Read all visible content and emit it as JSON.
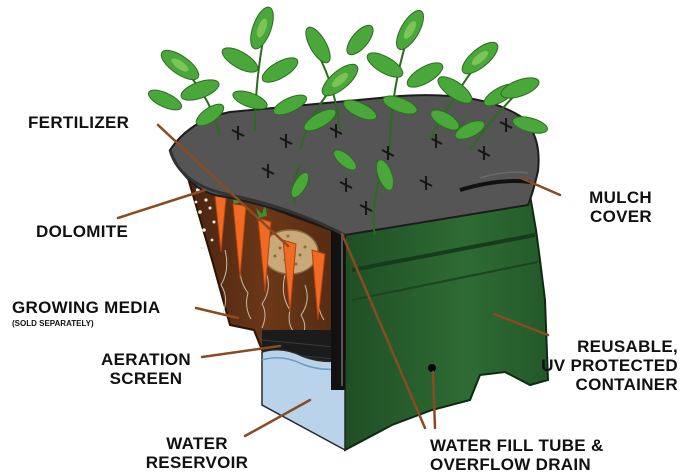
{
  "labels": {
    "fertilizer": "FERTILIZER",
    "dolomite": "DOLOMITE",
    "growing_media": "GROWING MEDIA",
    "sold_separately": "(SOLD SEPARATELY)",
    "aeration_line1": "AERATION",
    "aeration_line2": "SCREEN",
    "water_line1": "WATER",
    "water_line2": "RESERVOIR",
    "tube_line1": "WATER FILL TUBE &",
    "tube_line2": "OVERFLOW DRAIN",
    "mulch_line1": "MULCH",
    "mulch_line2": "COVER",
    "container_line1": "REUSABLE,",
    "container_line2": "UV PROTECTED",
    "container_line3": "CONTAINER"
  },
  "colors": {
    "container_green": "#2e6b34",
    "soil_brown": "#6b3818",
    "mulch_gray": "#555555",
    "water_blue": "#b8d3ea",
    "carrot_orange": "#ef6a22",
    "fertilizer_tan": "#c9a97a",
    "leader_line": "#8a4a22",
    "foliage_green": "#4aa83a"
  }
}
